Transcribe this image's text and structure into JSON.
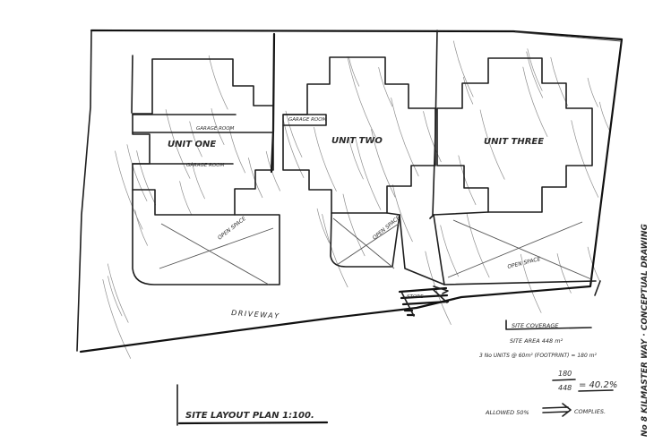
{
  "labels": {
    "unit_one": "UNIT ONE",
    "unit_two": "UNIT TWO",
    "unit_three": "UNIT THREE",
    "garage_room_1": "GARAGE ROOM",
    "garage_room_2": "GARAGE ROOM",
    "garage_room_3": "GARAGE ROOM",
    "open_space_1": "OPEN SPACE",
    "open_space_2": "OPEN SPACE",
    "open_space_3": "OPEN SPACE",
    "driveway": "DRIVEWAY",
    "store": "STORE",
    "title": "SITE LAYOUT PLAN 1:100.",
    "side_note": "No 8 KILMASTER WAY · CONCEPTUAL DRAWING"
  },
  "notes": {
    "site_coverage": "SITE COVERAGE",
    "site_area": "SITE AREA  448 m²",
    "units_footprint": "3 No UNITS @ 60m² (FOOTPRINT) = 180 m²",
    "fraction_top": "180",
    "fraction_bottom": "448",
    "result": "= 40.2%",
    "allowed": "ALLOWED 50%",
    "complies": "COMPLIES."
  }
}
